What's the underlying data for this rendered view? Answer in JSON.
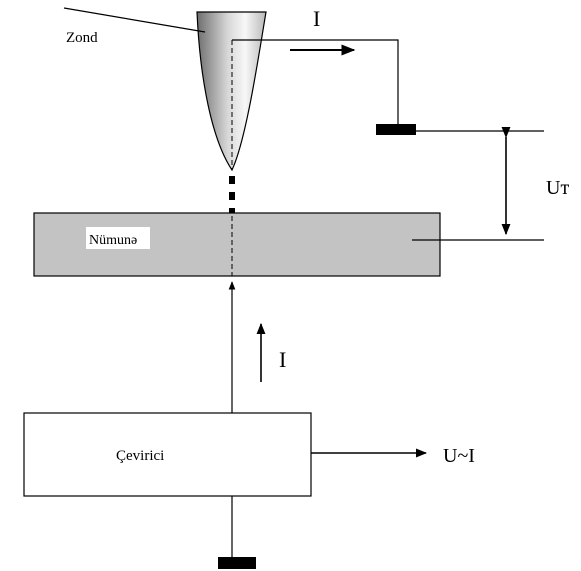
{
  "labels": {
    "probe": "Zond",
    "current_top": "I",
    "voltage": "Uт",
    "sample": "Nümunə",
    "current_mid": "I",
    "converter": "Çevirici",
    "output": "U~I"
  },
  "colors": {
    "sample_fill": "#c3c3c3",
    "probe_dark": "#6e6e6e",
    "probe_light": "#f4f4f4",
    "stroke": "#000000",
    "background": "#ffffff"
  }
}
